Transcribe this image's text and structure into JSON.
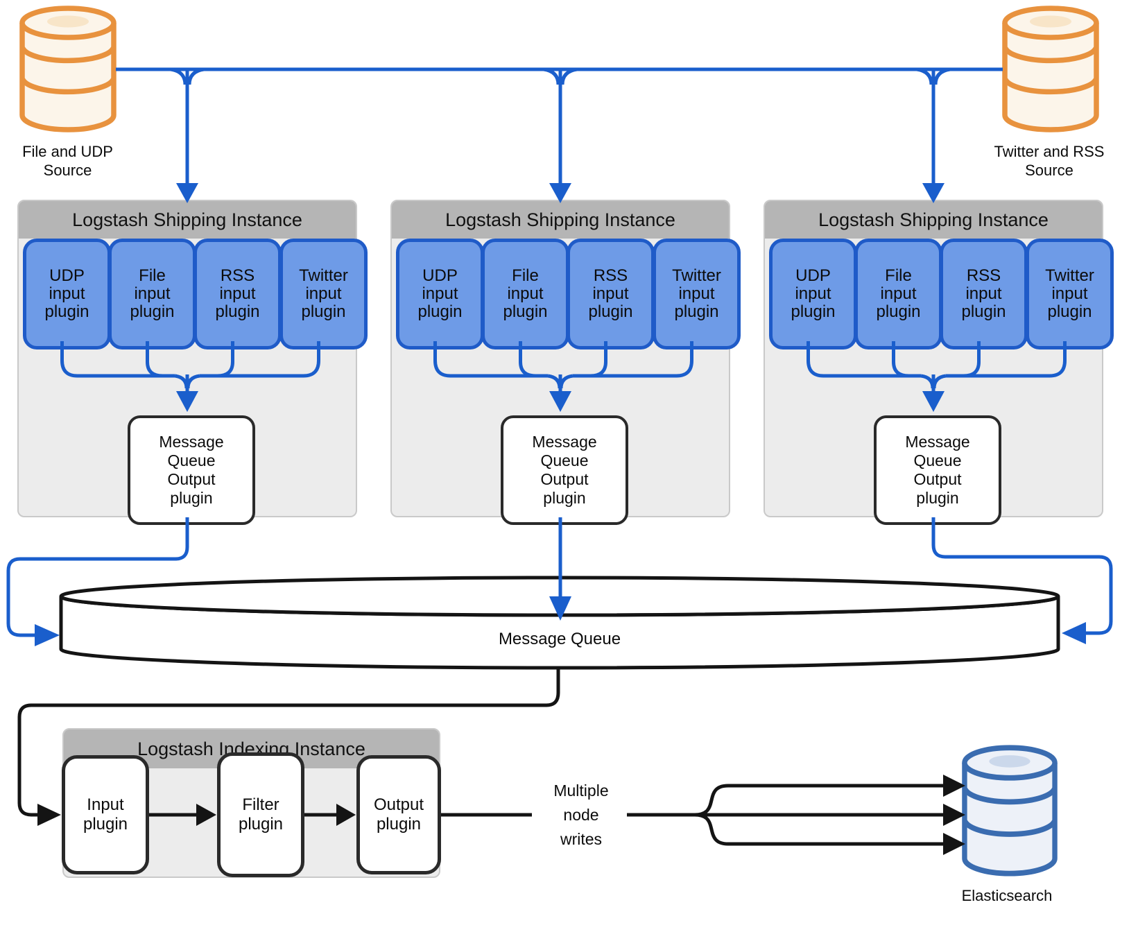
{
  "sources": {
    "left": {
      "label": "File and UDP\nSource"
    },
    "right": {
      "label": "Twitter and RSS\nSource"
    }
  },
  "shipping_instances": [
    {
      "title": "Logstash Shipping Instance",
      "plugins": [
        "UDP\ninput\nplugin",
        "File\ninput\nplugin",
        "RSS\ninput\nplugin",
        "Twitter\ninput\nplugin"
      ],
      "output_plugin": "Message\nQueue\nOutput\nplugin"
    },
    {
      "title": "Logstash Shipping Instance",
      "plugins": [
        "UDP\ninput\nplugin",
        "File\ninput\nplugin",
        "RSS\ninput\nplugin",
        "Twitter\ninput\nplugin"
      ],
      "output_plugin": "Message\nQueue\nOutput\nplugin"
    },
    {
      "title": "Logstash Shipping Instance",
      "plugins": [
        "UDP\ninput\nplugin",
        "File\ninput\nplugin",
        "RSS\ninput\nplugin",
        "Twitter\ninput\nplugin"
      ],
      "output_plugin": "Message\nQueue\nOutput\nplugin"
    }
  ],
  "message_queue": {
    "label": "Message Queue"
  },
  "indexing_instance": {
    "title": "Logstash Indexing Instance",
    "plugins": [
      "Input\nplugin",
      "Filter\nplugin",
      "Output\nplugin"
    ]
  },
  "flow_annotation": {
    "label": "Multiple\nnode\nwrites"
  },
  "elasticsearch": {
    "label": "Elasticsearch"
  },
  "colors": {
    "connector_blue": "#1a5ecc",
    "connector_black": "#141414",
    "plugin_fill": "#6e9be7",
    "plugin_border": "#1f5bc8",
    "source_stroke": "#e8923e",
    "source_fill": "#fcf5ea",
    "source_inner": "#f8e5c8",
    "elasticsearch_stroke": "#3a6cb0",
    "elasticsearch_fill": "#edf1f8",
    "elasticsearch_inner": "#cbd8eb",
    "header_gray": "#b5b5b5",
    "container_gray": "#ececec"
  }
}
